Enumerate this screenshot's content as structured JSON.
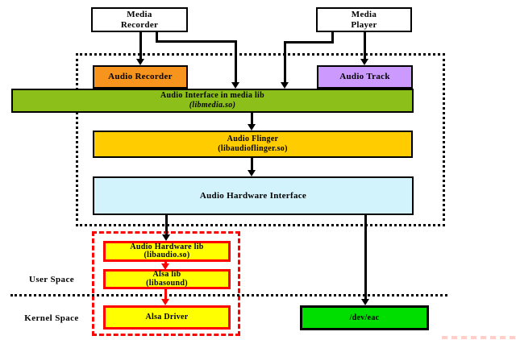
{
  "nodes": {
    "media_recorder": {
      "line1": "Media",
      "line2": "Recorder"
    },
    "media_player": {
      "line1": "Media",
      "line2": "Player"
    },
    "audio_recorder": {
      "label": "Audio Recorder"
    },
    "audio_track": {
      "label": "Audio Track"
    },
    "audio_interface": {
      "line1": "Audio Interface in media lib",
      "line2": "(libmedia.so)"
    },
    "audio_flinger": {
      "line1": "Audio Flinger",
      "line2": "(libaudioflinger.so)"
    },
    "audio_hardware_interface": {
      "label": "Audio Hardware Interface"
    },
    "audio_hardware_lib": {
      "line1": "Audio Hardware lib",
      "line2": "(libaudio.so)"
    },
    "alsa_lib": {
      "line1": "Alsa lib",
      "line2": "(libasound)"
    },
    "alsa_driver": {
      "label": "Alsa Driver"
    },
    "dev_eac": {
      "label": "/dev/eac"
    }
  },
  "region_labels": {
    "user_space": "User Space",
    "kernel_space": "Kernel Space"
  },
  "colors": {
    "plain_box": "#ffffff",
    "audio_recorder": "#f7941e",
    "audio_track": "#cc99ff",
    "audio_interface": "#8cbf1a",
    "audio_flinger": "#ffcc00",
    "audio_hardware_interface": "#d3f3fc",
    "lib_box": "#ffff00",
    "dev_eac": "#00de00",
    "accent_red": "#ff0000",
    "line_black": "#000000"
  }
}
